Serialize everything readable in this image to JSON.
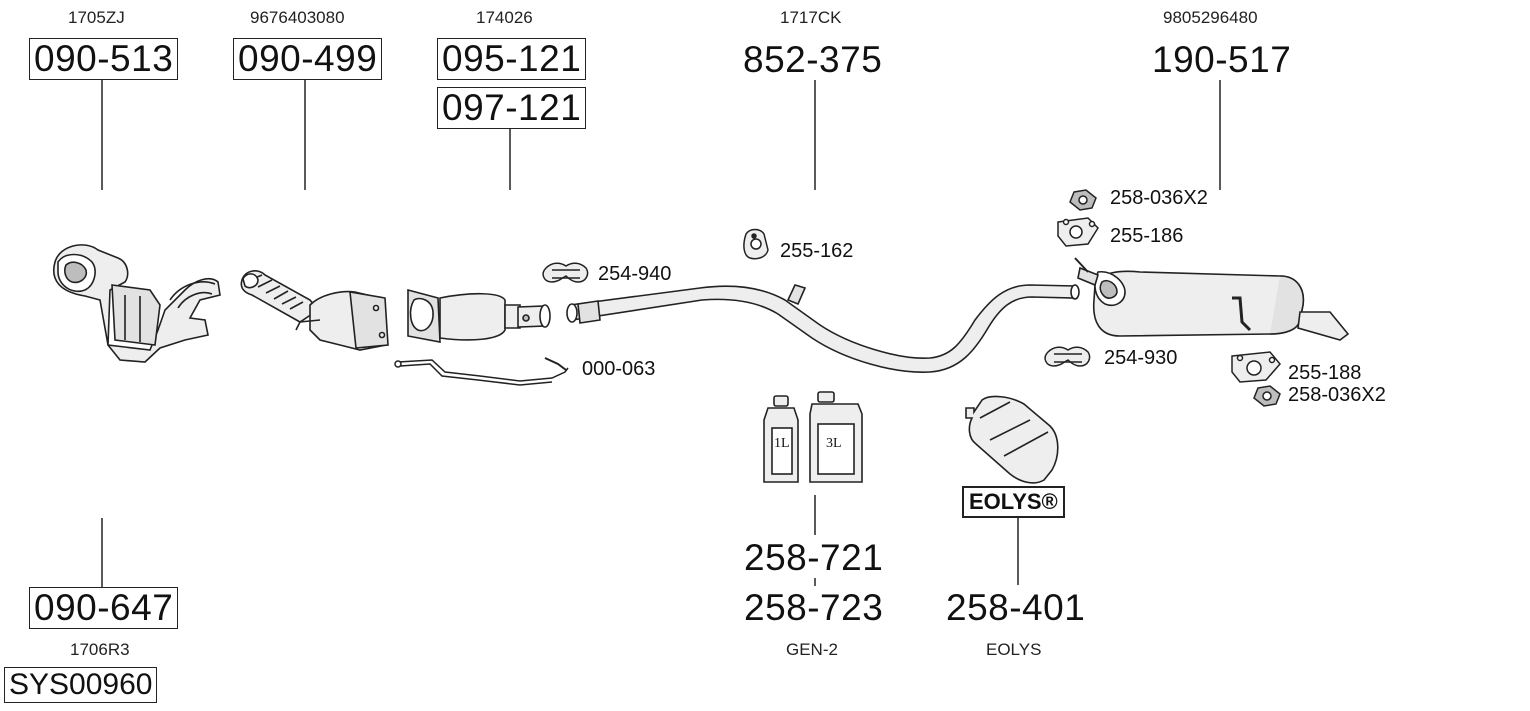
{
  "refs": {
    "r1": "1705ZJ",
    "r2": "9676403080",
    "r3": "174026",
    "r4": "1717CK",
    "r5": "9805296480",
    "r6": "1706R3"
  },
  "parts": {
    "p090_513": "090-513",
    "p090_499": "090-499",
    "p095_121": "095-121",
    "p097_121": "097-121",
    "p852_375": "852-375",
    "p190_517": "190-517",
    "p090_647": "090-647",
    "p258_721": "258-721",
    "p258_723": "258-723",
    "p258_401": "258-401"
  },
  "callouts": {
    "c254_940": "254-940",
    "c255_162": "255-162",
    "c000_063": "000-063",
    "c258_036a": "258-036X2",
    "c255_186": "255-186",
    "c254_930": "254-930",
    "c255_188": "255-188",
    "c258_036b": "258-036X2"
  },
  "labels": {
    "gen2": "GEN-2",
    "eolys": "EOLYS",
    "eolys_logo": "EOLYS®",
    "bottle_small": "1L",
    "bottle_large": "3L",
    "system_code": "SYS00960"
  },
  "colors": {
    "line": "#222222",
    "fill": "#eeeeee",
    "shade": "#bdbdbd"
  }
}
